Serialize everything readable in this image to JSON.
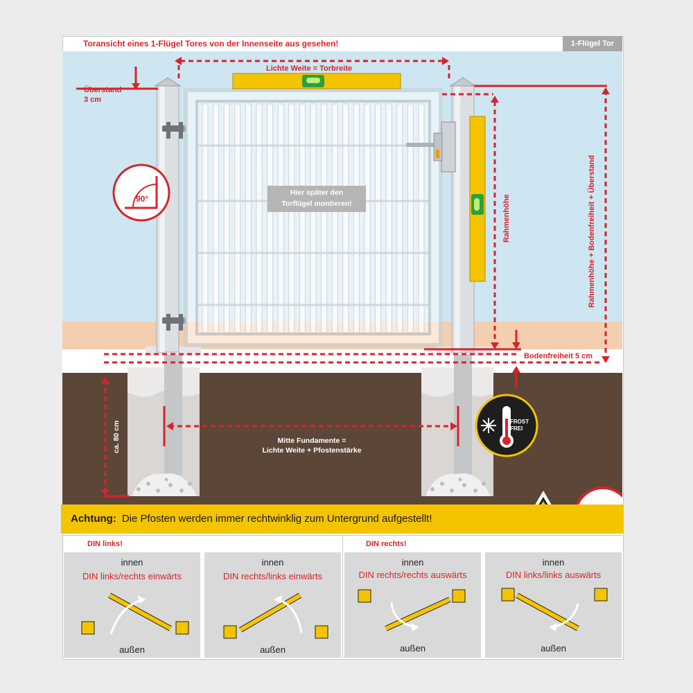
{
  "header": {
    "title": "Toransicht eines 1-Flügel Tores von der Innenseite aus gesehen!",
    "tag": "1-Flügel Tor"
  },
  "labels": {
    "lichte_weite": "Lichte Weite = Torbreite",
    "ueberstand_line1": "Überstand",
    "ueberstand_line2": "3 cm",
    "angle": "90°",
    "gate_note_line1": "Hier später den",
    "gate_note_line2": "Torflügel montieren!",
    "rahmenhoehe": "Rahmenhöhe",
    "total_height": "Rahmenhöhe + Bodenfreiheit + Überstand",
    "bodenfreiheit": "Bodenfreiheit 5 cm",
    "depth": "ca. 80 cm",
    "fundament_line1": "Mitte Fundamente =",
    "fundament_line2": "Lichte Weite + Pfostenstärke",
    "frost_line1": "FROST",
    "frost_line2": "FREI"
  },
  "notice": {
    "label": "Achtung:",
    "text": "Die Pfosten werden immer rechtwinklig zum Untergrund aufgestellt!"
  },
  "din": {
    "left_heading": "DIN links!",
    "right_heading": "DIN rechts!",
    "panels": [
      {
        "innen": "innen",
        "title": "DIN links/rechts einwärts",
        "aussen": "außen"
      },
      {
        "innen": "innen",
        "title": "DIN rechts/links einwärts",
        "aussen": "außen"
      },
      {
        "innen": "innen",
        "title": "DIN rechts/rechts auswärts",
        "aussen": "außen"
      },
      {
        "innen": "innen",
        "title": "DIN links/links auswärts",
        "aussen": "außen"
      }
    ]
  },
  "colors": {
    "accent_red": "#d8232a",
    "level_yellow": "#f4c400",
    "sky": "#cde6f2",
    "sand": "#f3cfb0",
    "soil": "#5c4638",
    "panel_grey": "#d9d9d9"
  }
}
